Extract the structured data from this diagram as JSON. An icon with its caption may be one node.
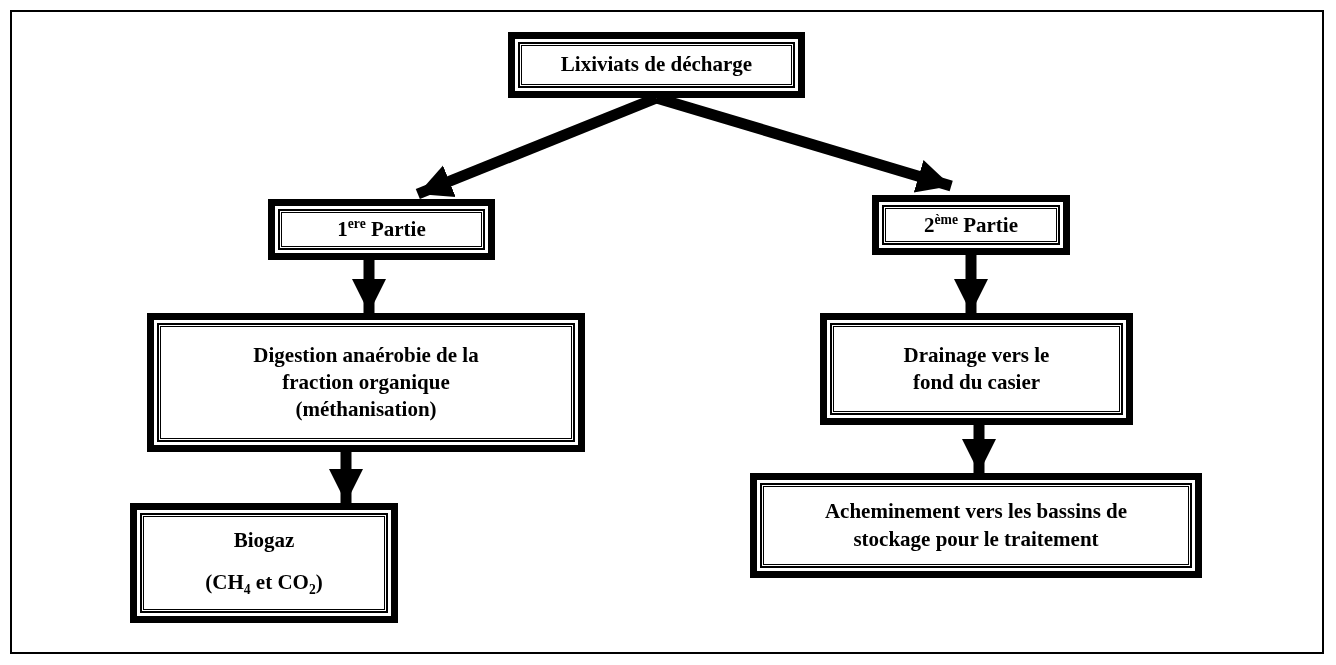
{
  "diagram": {
    "nodes": [
      {
        "text": [
          "Lixiviats de décharge"
        ]
      },
      {
        "text": [
          "1$^{ere}$ Partie"
        ]
      },
      {
        "text": [
          "2$^{ème}$ Partie"
        ]
      },
      {
        "text": [
          "Digestion anaérobie de la fraction organique (méthanisation)"
        ]
      },
      {
        "text": [
          "Biogaz",
          "(CH$_{4}$ et CO$_{2}$)"
        ]
      },
      {
        "text": [
          "Drainage vers le fond du casier"
        ]
      },
      {
        "text": [
          "Acheminement vers les bassins de stockage pour le traitement"
        ]
      }
    ],
    "edges": [
      {
        "from": 0,
        "to": 1,
        "arrow": "to"
      },
      {
        "from": 0,
        "to": 2,
        "arrow": "to"
      },
      {
        "from": 1,
        "to": 3,
        "arrow": "to"
      },
      {
        "from": 3,
        "to": 4,
        "arrow": "to"
      },
      {
        "from": 2,
        "to": 5,
        "arrow": "to"
      },
      {
        "from": 5,
        "to": 6,
        "arrow": "to"
      }
    ]
  }
}
